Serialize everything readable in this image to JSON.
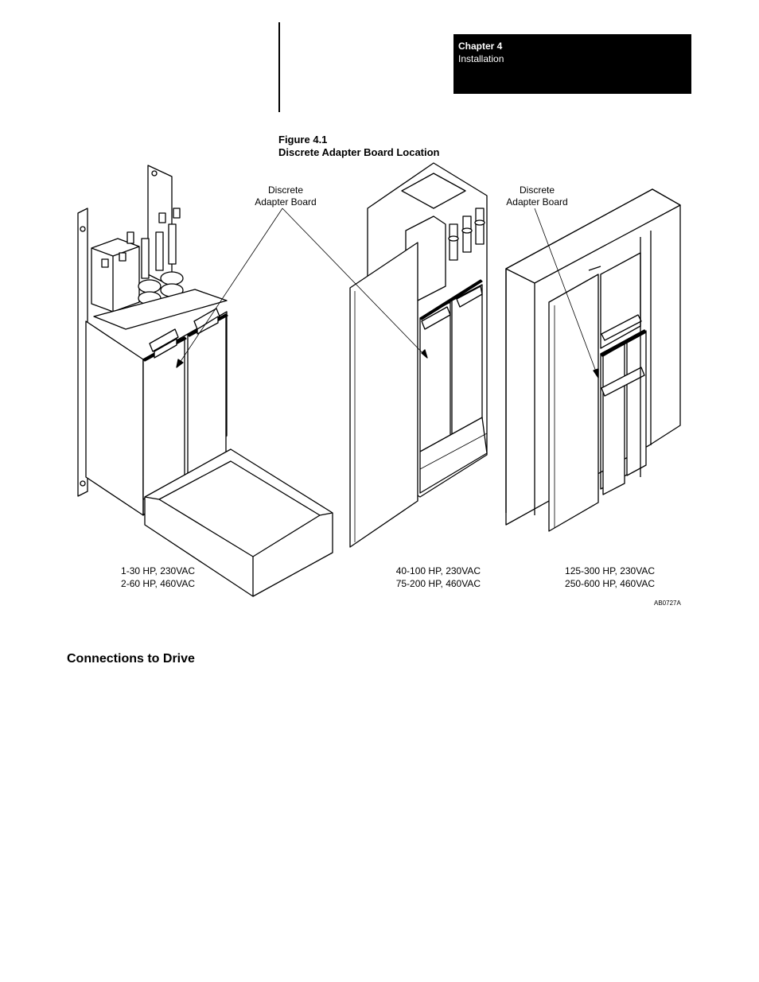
{
  "header": {
    "chapter_label": "Chapter 4",
    "section_label": "Installation"
  },
  "figure": {
    "number": "Figure 4.1",
    "title": "Discrete Adapter Board Location",
    "callout_left": [
      "Discrete",
      "Adapter Board"
    ],
    "callout_right": [
      "Discrete",
      "Adapter Board"
    ],
    "captions": [
      [
        "1-30 HP, 230VAC",
        "2-60 HP, 460VAC"
      ],
      [
        "40-100 HP, 230VAC",
        "75-200 HP, 460VAC"
      ],
      [
        "125-300 HP, 230VAC",
        "250-600 HP, 460VAC"
      ]
    ],
    "figure_id": "AB0727A"
  },
  "section_heading": "Connections to Drive"
}
